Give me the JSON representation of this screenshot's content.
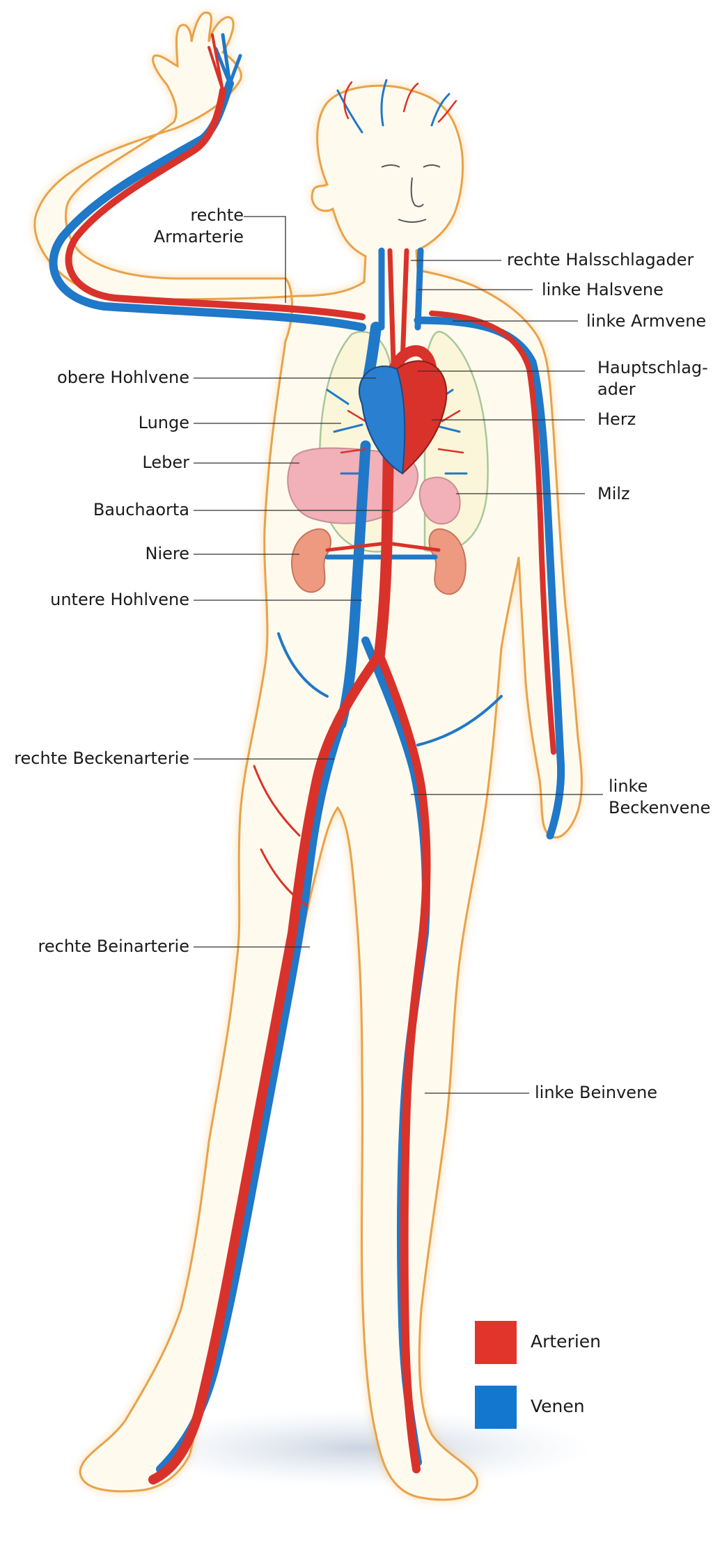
{
  "labels": {
    "rechte_armarterie": [
      "rechte",
      "Armarterie"
    ],
    "rechte_halsschlagader": "rechte Halsschlagader",
    "linke_halsvene": "linke Halsvene",
    "linke_armvene": "linke Armvene",
    "obere_hohlvene": "obere Hohlvene",
    "hauptschlagader": [
      "Hauptschlag-",
      "ader"
    ],
    "lunge": "Lunge",
    "herz": "Herz",
    "leber": "Leber",
    "milz": "Milz",
    "bauchaorta": "Bauchaorta",
    "niere": "Niere",
    "untere_hohlvene": "untere Hohlvene",
    "rechte_beckenarterie": "rechte Beckenarterie",
    "linke_beckenvene": [
      "linke",
      "Beckenvene"
    ],
    "rechte_beinarterie": "rechte Beinarterie",
    "linke_beinvene": "linke Beinvene"
  },
  "legend": {
    "arterien": "Arterien",
    "venen": "Venen"
  },
  "colors": {
    "artery": "#d9322a",
    "vein": "#1f78c8",
    "artery_legend": "#e1342b",
    "vein_legend": "#1377cf",
    "skin_fill": "#fff9ea",
    "skin_glow": "#f3b44f",
    "organ_pink": "#f2b0b8",
    "kidney": "#ee9a80"
  }
}
